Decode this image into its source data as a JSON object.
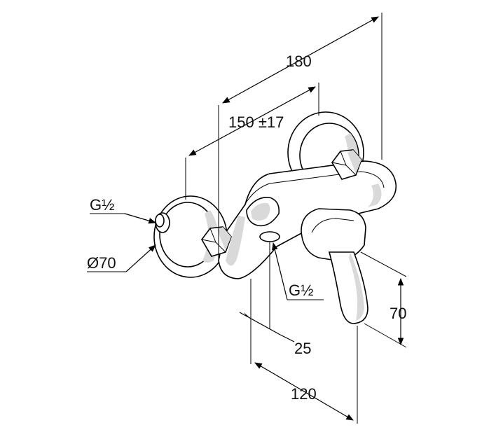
{
  "dimensions": {
    "overall_length": "180",
    "connection_spacing": "150 ±17",
    "inlet_thread": "G½",
    "rosette_diameter": "Ø70",
    "outlet_thread": "G½",
    "outlet_offset": "25",
    "projection": "120",
    "handle_height": "70"
  }
}
